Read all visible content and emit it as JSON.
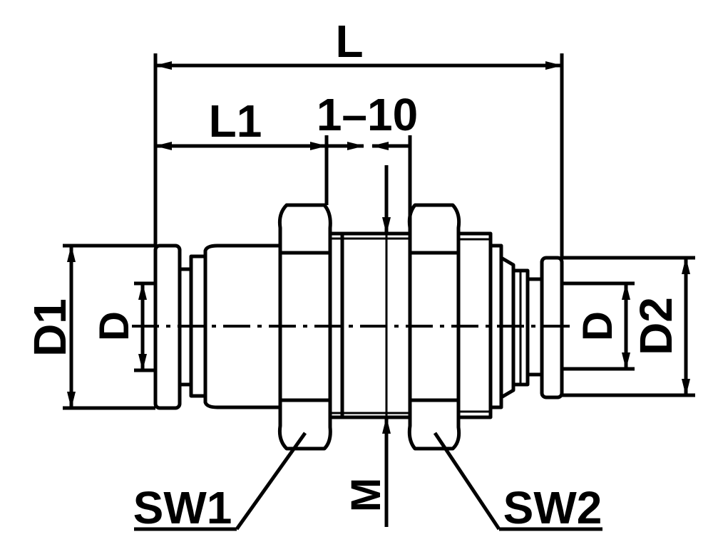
{
  "colors": {
    "stroke": "#000000",
    "background": "#ffffff"
  },
  "labels": {
    "L": "L",
    "L1": "L1",
    "thread_range": "1–10",
    "D1": "D1",
    "D_left": "D",
    "D_right": "D",
    "D2": "D2",
    "M": "M",
    "SW1": "SW1",
    "SW2": "SW2"
  }
}
